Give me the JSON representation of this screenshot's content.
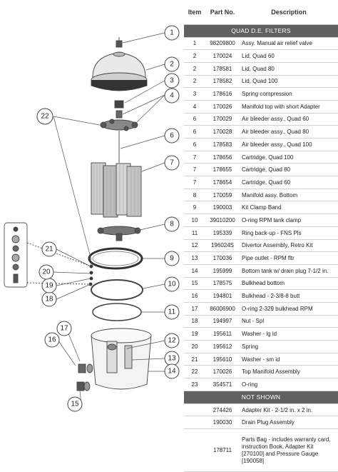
{
  "header": {
    "item": "Item",
    "part": "Part No.",
    "description": "Description"
  },
  "sections": {
    "quad": "QUAD D.E. FILTERS",
    "not_shown": "NOT SHOWN"
  },
  "parts": [
    {
      "item": "1",
      "part": "98209800",
      "desc": "Assy. Manual air relief valve"
    },
    {
      "item": "2",
      "part": "170024",
      "desc": "Lid, Quad 60"
    },
    {
      "item": "2",
      "part": "178581",
      "desc": "Lid, Quad 80"
    },
    {
      "item": "2",
      "part": "178582",
      "desc": "Lid, Quad 100"
    },
    {
      "item": "3",
      "part": "178616",
      "desc": "Spring compression"
    },
    {
      "item": "4",
      "part": "170026",
      "desc": "Manifold top with short Adapter"
    },
    {
      "item": "6",
      "part": "170029",
      "desc": "Air bleeder assy., Quad 60"
    },
    {
      "item": "6",
      "part": "170028",
      "desc": "Air bleeder assy., Quad 80"
    },
    {
      "item": "6",
      "part": "178583",
      "desc": "Air bleeder assy., Quad 100"
    },
    {
      "item": "7",
      "part": "178656",
      "desc": "Cartridge, Quad 100"
    },
    {
      "item": "7",
      "part": "178655",
      "desc": "Cartridge, Quad 80"
    },
    {
      "item": "7",
      "part": "178654",
      "desc": "Cartridge, Quad 60"
    },
    {
      "item": "8",
      "part": "170059",
      "desc": "Manifold assy. Bottom"
    },
    {
      "item": "9",
      "part": "190003",
      "desc": "Kit Clamp Band"
    },
    {
      "item": "10",
      "part": "39010200",
      "desc": "O-ring RPM tank clamp"
    },
    {
      "item": "11",
      "part": "195339",
      "desc": "Ring back-up - FNS Pls"
    },
    {
      "item": "12",
      "part": "196024S",
      "desc": "Divertor Assembly, Retro Kit"
    },
    {
      "item": "13",
      "part": "170036",
      "desc": "Pipe outlet - RPM fltr"
    },
    {
      "item": "14",
      "part": "195999",
      "desc": "Bottom tank w/ drain plug 7-1/2 in."
    },
    {
      "item": "15",
      "part": "178575",
      "desc": "Bulkhead bottom"
    },
    {
      "item": "16",
      "part": "194801",
      "desc": "Bulkhead - 2-3/8-8 butt"
    },
    {
      "item": "17",
      "part": "86006900",
      "desc": "O-ring 2-329 bulkhead RPM"
    },
    {
      "item": "18",
      "part": "194997",
      "desc": "Nut - Spl"
    },
    {
      "item": "19",
      "part": "195611",
      "desc": "Washer - lg id"
    },
    {
      "item": "20",
      "part": "195612",
      "desc": "Spring"
    },
    {
      "item": "21",
      "part": "195610",
      "desc": "Washer - sm id"
    },
    {
      "item": "22",
      "part": "170026",
      "desc": "Top Manifold Assembly"
    },
    {
      "item": "23",
      "part": "354571",
      "desc": "O-ring"
    }
  ],
  "not_shown_parts": [
    {
      "item": "",
      "part": "274426",
      "desc": "Adapter Kit - 2-1/2 in. x 2 in."
    },
    {
      "item": "",
      "part": "190030",
      "desc": "Drain Plug Assembly"
    },
    {
      "item": "",
      "part": "178711",
      "desc": "Parts Bag - includes warranty card, instruction Book, Adapter Kit [270100] and Pressure Gauge [190058]"
    }
  ],
  "callouts": [
    "1",
    "2",
    "3",
    "4",
    "6",
    "7",
    "8",
    "9",
    "10",
    "11",
    "12",
    "13",
    "14",
    "15",
    "16",
    "17",
    "18",
    "19",
    "20",
    "21",
    "22"
  ]
}
